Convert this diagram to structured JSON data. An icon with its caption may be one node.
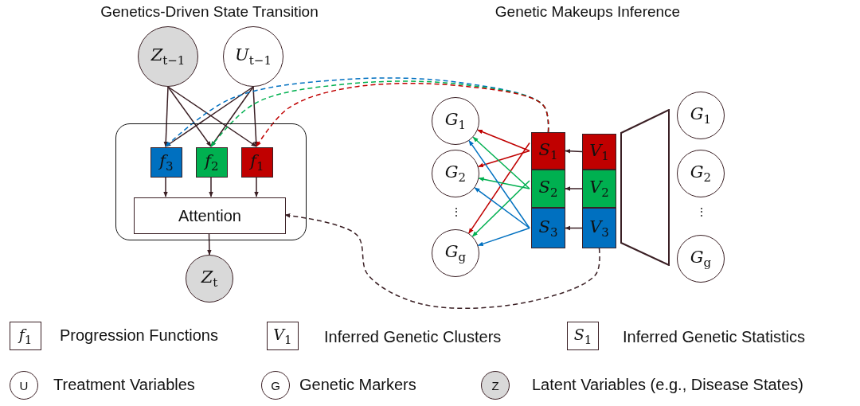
{
  "diagram": {
    "nodes": [
      {
        "text": [
          "*Z*$_{t−1}$"
        ]
      },
      {
        "text": [
          "*U*$_{t−1}$"
        ]
      },
      {
        "text": [],
        "shape": "box"
      },
      {
        "text": [
          "*f*$_{3}$"
        ],
        "in": 2
      },
      {
        "text": [
          "*f*$_{2}$"
        ],
        "in": 2
      },
      {
        "text": [
          "*f*$_{1}$"
        ],
        "in": 2
      },
      {
        "text": [
          "Attention"
        ],
        "in": 2
      },
      {
        "text": [
          "*Z*$_{t}$"
        ]
      },
      {
        "text": [
          "*G*$_{1}$"
        ]
      },
      {
        "text": [
          "*G*$_{2}$"
        ]
      },
      {
        "text": [
          "*G*$_{g}$"
        ]
      },
      {
        "text": [
          "*S*$_{1}$"
        ]
      },
      {
        "text": [
          "*S*$_{2}$"
        ]
      },
      {
        "text": [
          "*S*$_{3}$"
        ]
      },
      {
        "text": [
          "*V*$_{1}$"
        ]
      },
      {
        "text": [
          "*V*$_{2}$"
        ]
      },
      {
        "text": [
          "*V*$_{3}$"
        ]
      },
      {
        "text": [
          "*G*$_{1}$"
        ]
      },
      {
        "text": [
          "*G*$_{2}$"
        ]
      },
      {
        "text": [
          "*G*$_{g}$"
        ]
      },
      {
        "text": [],
        "shape": "trapezoid"
      }
    ],
    "edges": [
      {
        "from": 0,
        "to": 3,
        "arrow": "to"
      },
      {
        "from": 0,
        "to": 4,
        "arrow": "to"
      },
      {
        "from": 0,
        "to": 5,
        "arrow": "to"
      },
      {
        "from": 1,
        "to": 3,
        "arrow": "to"
      },
      {
        "from": 1,
        "to": 4,
        "arrow": "to"
      },
      {
        "from": 1,
        "to": 5,
        "arrow": "to"
      },
      {
        "from": 3,
        "to": 6,
        "arrow": "to"
      },
      {
        "from": 4,
        "to": 6,
        "arrow": "to"
      },
      {
        "from": 5,
        "to": 6,
        "arrow": "to"
      },
      {
        "from": 6,
        "to": 7,
        "arrow": "to"
      },
      {
        "from": 11,
        "to": 3,
        "arrow": "to",
        "style": "dashed",
        "color": "#0070c0"
      },
      {
        "from": 11,
        "to": 4,
        "arrow": "to",
        "style": "dashed",
        "color": "#00b050"
      },
      {
        "from": 11,
        "to": 5,
        "arrow": "to",
        "style": "dashed",
        "color": "#c00000"
      },
      {
        "from": 16,
        "to": 6,
        "arrow": "to",
        "style": "dashed"
      },
      {
        "from": 11,
        "to": 8,
        "arrow": "to",
        "color": "#c00000"
      },
      {
        "from": 11,
        "to": 9,
        "arrow": "to",
        "color": "#c00000"
      },
      {
        "from": 11,
        "to": 10,
        "arrow": "to",
        "color": "#c00000"
      },
      {
        "from": 12,
        "to": 8,
        "arrow": "to",
        "color": "#00b050"
      },
      {
        "from": 12,
        "to": 9,
        "arrow": "to",
        "color": "#00b050"
      },
      {
        "from": 12,
        "to": 10,
        "arrow": "to",
        "color": "#00b050"
      },
      {
        "from": 13,
        "to": 8,
        "arrow": "to",
        "color": "#0070c0"
      },
      {
        "from": 13,
        "to": 9,
        "arrow": "to",
        "color": "#0070c0"
      },
      {
        "from": 13,
        "to": 10,
        "arrow": "to",
        "color": "#0070c0"
      },
      {
        "from": 14,
        "to": 11,
        "arrow": "to"
      },
      {
        "from": 15,
        "to": 12,
        "arrow": "to"
      },
      {
        "from": 16,
        "to": 13,
        "arrow": "to"
      }
    ],
    "labels": [
      "Genetics-Driven State Transition",
      "Genetic Makeups Inference",
      "⋮",
      "⋮",
      "*f*$_{1}$",
      "*V*$_{1}$",
      "*S*$_{1}$",
      "U",
      "G",
      "Z"
    ],
    "legend": [
      {
        "text": "Progression Functions"
      },
      {
        "text": "Inferred Genetic Clusters"
      },
      {
        "text": "Inferred Genetic Statistics"
      },
      {
        "text": "Treatment Variables"
      },
      {
        "text": "Genetic Markers"
      },
      {
        "text": "Latent Variables (e.g., Disease States)"
      }
    ]
  }
}
